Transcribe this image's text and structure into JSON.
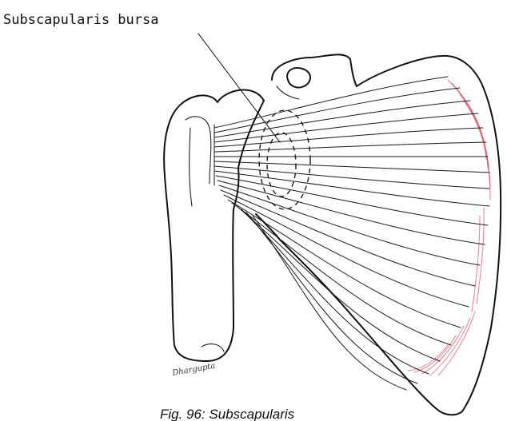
{
  "labels": {
    "bursa": "Subscapularis bursa"
  },
  "caption": "Fig. 96: Subscapularis",
  "signature": "Dhargupta",
  "colors": {
    "outline": "#111111",
    "muscle_origin_tint": "#e0566a"
  }
}
